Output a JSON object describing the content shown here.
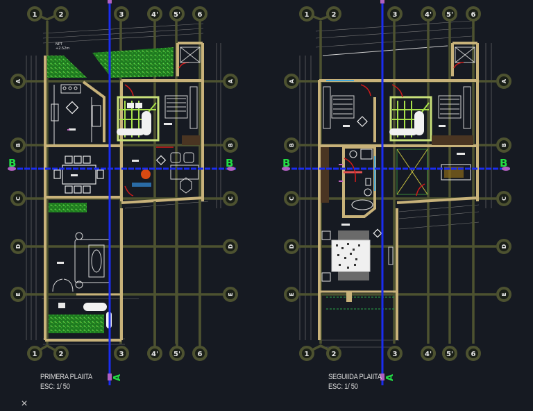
{
  "app": {
    "type": "CAD drawing viewport (model space)",
    "background": "#161a22"
  },
  "colors": {
    "grid_line": "#4d5230",
    "grid_bubble": "#4d5230",
    "wall": "#c8b27a",
    "section_line": "#1a2cf0",
    "section_marker_text": "#22dd44",
    "section_marker_cap": "#b060c0",
    "vegetation": "#2fae2f",
    "furniture": "#e6e6e6",
    "door_swing": "#d01a1a",
    "dimension": "#8a8a8a",
    "window": "#45a8d8"
  },
  "plans": [
    {
      "id": "primera",
      "title": "PRIMERA PLAIITA",
      "scale": "ESC: 1/ 50",
      "level_label": "NPT",
      "level_value": "+2.52m",
      "column_axes": [
        "1",
        "2",
        "3",
        "4'",
        "5'",
        "6"
      ],
      "row_axes": [
        "A",
        "B",
        "C",
        "D",
        "E"
      ],
      "section_marks": {
        "horizontal": "B",
        "vertical": "A"
      }
    },
    {
      "id": "segunda",
      "title": "SEGUIIDA PLAIITA",
      "scale": "ESC: 1/ 50",
      "column_axes": [
        "1",
        "2",
        "3",
        "4'",
        "5'",
        "6"
      ],
      "row_axes": [
        "A",
        "B",
        "C",
        "D",
        "E"
      ],
      "section_marks": {
        "horizontal": "B",
        "vertical": "A"
      }
    }
  ],
  "ucs_icon": "×"
}
